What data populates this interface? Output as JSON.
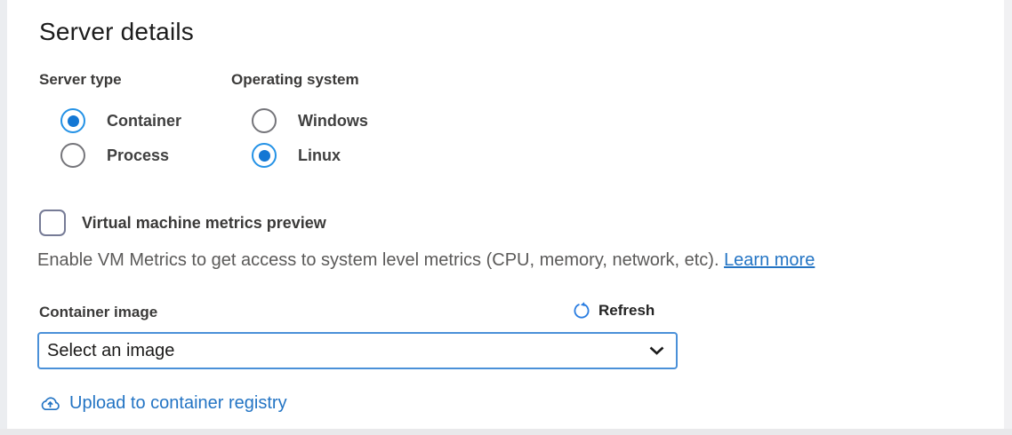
{
  "header": {
    "title": "Server details"
  },
  "server_type": {
    "label": "Server type",
    "options": [
      {
        "label": "Container",
        "selected": true
      },
      {
        "label": "Process",
        "selected": false
      }
    ]
  },
  "operating_system": {
    "label": "Operating system",
    "options": [
      {
        "label": "Windows",
        "selected": false
      },
      {
        "label": "Linux",
        "selected": true
      }
    ]
  },
  "vm_metrics": {
    "checkbox_label": "Virtual machine metrics preview",
    "checked": false,
    "description": "Enable VM Metrics to get access to system level metrics (CPU, memory, network, etc). ",
    "learn_more_label": "Learn more"
  },
  "container_image": {
    "label": "Container image",
    "refresh_label": "Refresh",
    "dropdown_value": "Select an image",
    "upload_label": "Upload to container registry"
  },
  "colors": {
    "accent_blue": "#1377d4",
    "radio_ring_blue": "#2492e6",
    "link_blue": "#2374c4",
    "refresh_icon_blue": "#2a7de1",
    "select_border_blue": "#4a90d8",
    "label_dark": "#3b3a39",
    "description_gray": "#5b5a59"
  }
}
